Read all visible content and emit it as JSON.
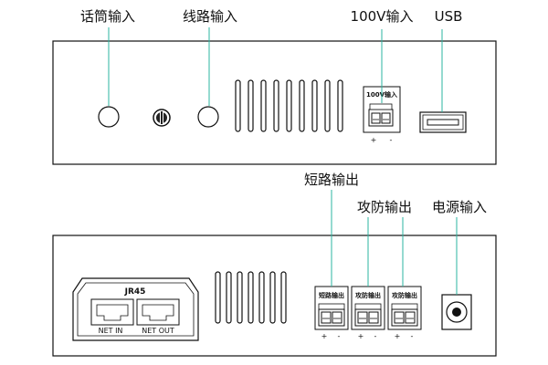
{
  "top_panel": {
    "labels": {
      "mic_input": "话筒输入",
      "line_input": "线路输入",
      "v100_input": "100V输入",
      "usb": "USB"
    },
    "terminal_label": "100V输入",
    "terminal_polarity_plus": "+",
    "terminal_polarity_minus": "-"
  },
  "bottom_panel": {
    "labels": {
      "short_output": "短路输出",
      "alarm_output": "攻防输出",
      "power_input": "电源输入"
    },
    "jr45_label": "JR45",
    "net_in": "NET IN",
    "net_out": "NET OUT",
    "terminal_labels": [
      "短路输出",
      "攻防输出",
      "攻防输出"
    ],
    "terminal_polarity_plus": "+",
    "terminal_polarity_minus": "-"
  },
  "colors": {
    "leader_line": "#2bb5a0",
    "outline": "#111111"
  }
}
